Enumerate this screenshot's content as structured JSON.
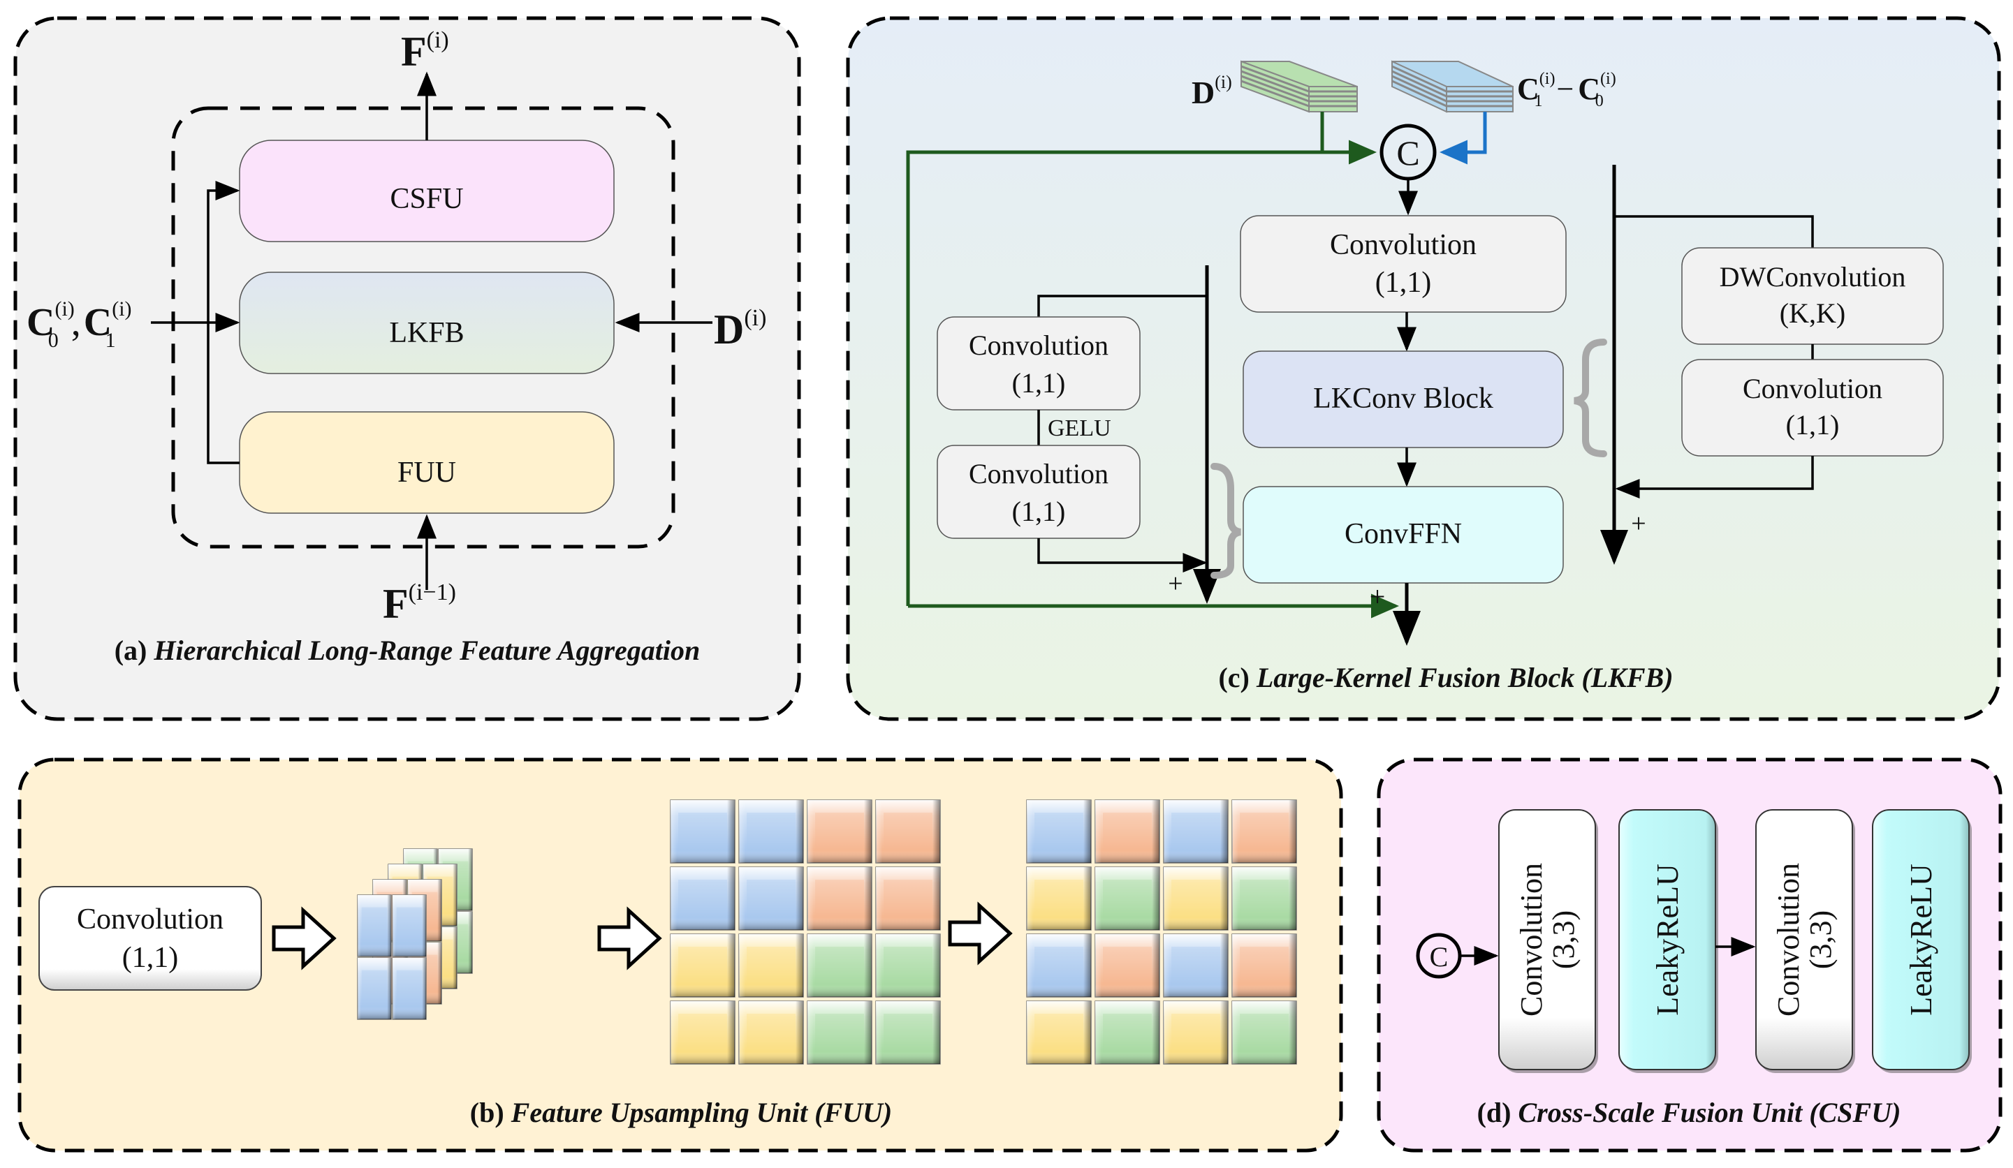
{
  "figure": {
    "panels": {
      "a": {
        "caption_prefix": "(a)",
        "caption_title": "Hierarchical Long-Range Feature Aggregation",
        "background": "#f2f2f2",
        "blocks": [
          {
            "id": "csfu",
            "label": "CSFU",
            "color": "#fbe3fb"
          },
          {
            "id": "lkfb",
            "label": "LKFB",
            "color": "#e2ebe2"
          },
          {
            "id": "fuu",
            "label": "FUU",
            "color": "#fff2cf"
          }
        ],
        "output": {
          "base": "F",
          "sup": "(i)"
        },
        "input_bottom": {
          "base": "F",
          "sup": "(i−1)"
        },
        "input_left": {
          "c0": "C",
          "c0_sub": "0",
          "c0_sup": "(i)",
          "sep": ",",
          "c1": "C",
          "c1_sub": "1",
          "c1_sup": "(i)"
        },
        "input_right": {
          "base": "D",
          "sup": "(i)"
        }
      },
      "b": {
        "caption_prefix": "(b)",
        "caption_title": "Feature Upsampling Unit (FUU)",
        "background": "#fff2d4",
        "conv_box": {
          "line1": "Convolution",
          "line2": "(1,1)"
        },
        "tile_colors": {
          "blue": "#a9c8ef",
          "orange": "#f6b892",
          "yellow": "#fbdf85",
          "green": "#a9dba4"
        },
        "stack_layers": [
          "green",
          "yellow",
          "orange",
          "blue"
        ],
        "grid_mid": [
          [
            "blue",
            "blue",
            "orange",
            "orange"
          ],
          [
            "blue",
            "blue",
            "orange",
            "orange"
          ],
          [
            "yellow",
            "yellow",
            "green",
            "green"
          ],
          [
            "yellow",
            "yellow",
            "green",
            "green"
          ]
        ],
        "grid_out": [
          [
            "blue",
            "orange",
            "blue",
            "orange"
          ],
          [
            "yellow",
            "green",
            "yellow",
            "green"
          ],
          [
            "blue",
            "orange",
            "blue",
            "orange"
          ],
          [
            "yellow",
            "green",
            "yellow",
            "green"
          ]
        ]
      },
      "c": {
        "caption_prefix": "(c)",
        "caption_title": "Large-Kernel Fusion Block (LKFB)",
        "bg_top": "#e5edf7",
        "bg_bottom": "#eaf4e4",
        "inputs": {
          "d_label": {
            "base": "D",
            "sup": "(i)"
          },
          "c_label": {
            "c1": "C",
            "c1_sub": "1",
            "c1_sup": "(i)",
            "minus": "−",
            "c0": "C",
            "c0_sub": "0",
            "c0_sup": "(i)"
          },
          "d_color": "#b8e0b0",
          "c_color": "#b5d8ef"
        },
        "concat_symbol": "C",
        "green_line_color": "#1e5a1e",
        "blue_line_color": "#1b73c8",
        "main_blocks": [
          {
            "id": "conv",
            "line1": "Convolution",
            "line2": "(1,1)",
            "color": "#f2f2f2"
          },
          {
            "id": "lkconv",
            "line1": "LKConv Block",
            "line2": "",
            "color": "#dce3f4"
          },
          {
            "id": "convffn",
            "line1": "ConvFFN",
            "line2": "",
            "color": "#e0fcfc"
          }
        ],
        "ffn_detail": {
          "conv_a": {
            "line1": "Convolution",
            "line2": "(1,1)"
          },
          "activation": "GELU",
          "conv_b": {
            "line1": "Convolution",
            "line2": "(1,1)"
          },
          "plus": "+"
        },
        "lk_detail": {
          "dwconv": {
            "line1": "DWConvolution",
            "line2": "(K,K)"
          },
          "conv": {
            "line1": "Convolution",
            "line2": "(1,1)"
          },
          "plus": "+"
        },
        "residual_plus": "+"
      },
      "d": {
        "caption_prefix": "(d)",
        "caption_title": "Cross-Scale Fusion Unit (CSFU)",
        "background": "#fce6fb",
        "concat_symbol": "C",
        "blocks": [
          {
            "line1": "Convolution",
            "line2": "(3,3)",
            "color": "#ffffff"
          },
          {
            "line1": "LeakyReLU",
            "line2": "",
            "color": "#c2fbfb"
          },
          {
            "line1": "Convolution",
            "line2": "(3,3)",
            "color": "#ffffff"
          },
          {
            "line1": "LeakyReLU",
            "line2": "",
            "color": "#c2fbfb"
          }
        ]
      }
    }
  }
}
